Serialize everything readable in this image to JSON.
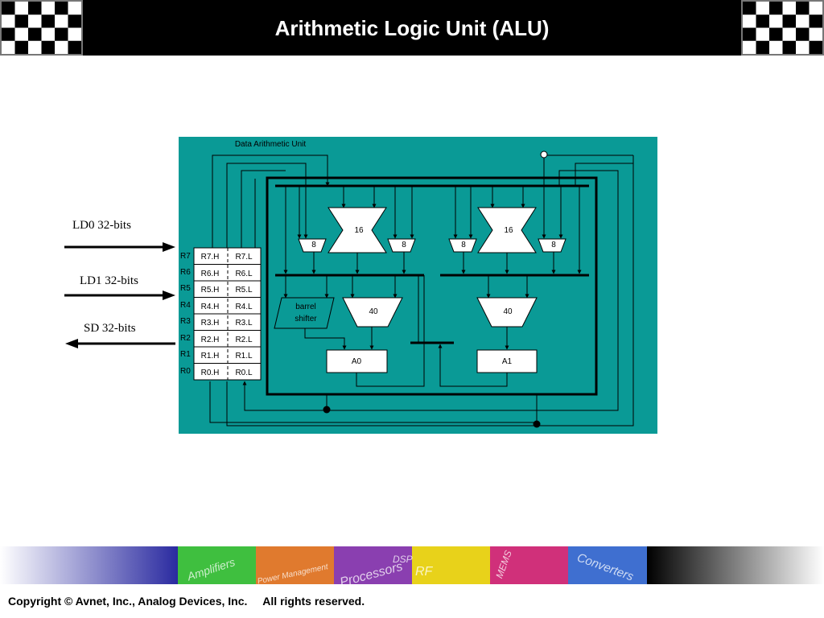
{
  "title": "Arithmetic Logic Unit (ALU)",
  "bus_labels": {
    "ld0": "LD0  32-bits",
    "ld1": "LD1  32-bits",
    "sd": "SD  32-bits"
  },
  "dau": {
    "title": "Data Arithmetic Unit",
    "register_names": [
      "R7",
      "R6",
      "R5",
      "R4",
      "R3",
      "R2",
      "R1",
      "R0"
    ],
    "registers": [
      {
        "high": "R7.H",
        "low": "R7.L"
      },
      {
        "high": "R6.H",
        "low": "R6.L"
      },
      {
        "high": "R5.H",
        "low": "R5.L"
      },
      {
        "high": "R4.H",
        "low": "R4.L"
      },
      {
        "high": "R3.H",
        "low": "R3.L"
      },
      {
        "high": "R2.H",
        "low": "R2.L"
      },
      {
        "high": "R1.H",
        "low": "R1.L"
      },
      {
        "high": "R0.H",
        "low": "R0.L"
      }
    ],
    "multiplier_width": "16",
    "mux_width": "8",
    "alu_width": "40",
    "barrel_shifter_line1": "barrel",
    "barrel_shifter_line2": "shifter",
    "accumulators": [
      "A0",
      "A1"
    ],
    "panel_color": "#0a9a96"
  },
  "footer": {
    "copyright": "Copyright © Avnet, Inc., Analog Devices, Inc.     All rights reserved.",
    "strip_words": [
      "Amplifiers",
      "Power Management",
      "Processors",
      "DSP",
      "RF",
      "MEMS",
      "Converters"
    ]
  }
}
